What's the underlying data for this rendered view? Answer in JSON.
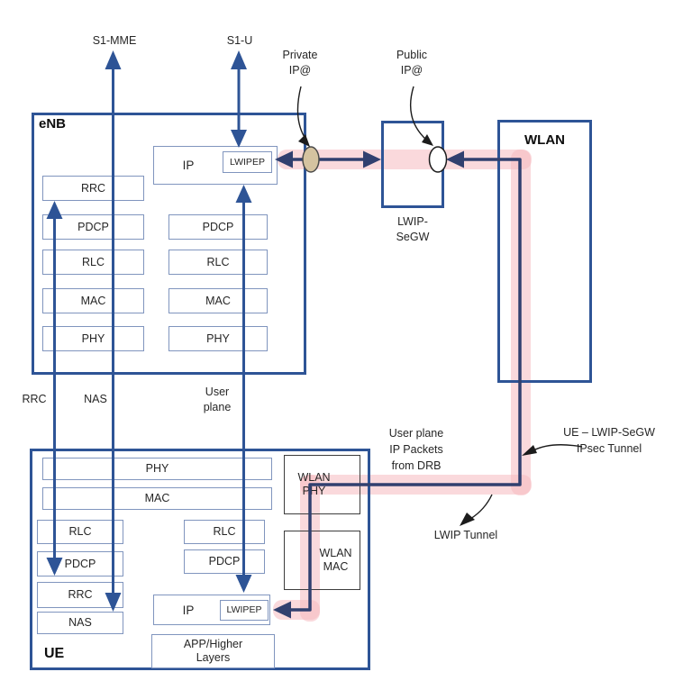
{
  "diagram": {
    "top_labels": {
      "s1_mme": "S1-MME",
      "s1_u": "S1-U",
      "private_ip": [
        "Private",
        "IP@"
      ],
      "public_ip": [
        "Public",
        "IP@"
      ]
    },
    "enb": {
      "title": "eNB",
      "ip": "IP",
      "lwipep": "LWIPEP",
      "left_stack": [
        "RRC",
        "PDCP",
        "RLC",
        "MAC",
        "PHY"
      ],
      "right_stack": [
        "PDCP",
        "RLC",
        "MAC",
        "PHY"
      ]
    },
    "segw": {
      "label": [
        "LWIP-",
        "SeGW"
      ]
    },
    "wlan": {
      "title": "WLAN"
    },
    "mid_labels": {
      "rrc": "RRC",
      "nas": "NAS",
      "user_plane": [
        "User",
        "plane"
      ]
    },
    "ue": {
      "title": "UE",
      "phy_wide": "PHY",
      "mac_wide": "MAC",
      "left_stack": [
        "RLC",
        "PDCP",
        "RRC",
        "NAS"
      ],
      "right_stack": [
        "RLC",
        "PDCP"
      ],
      "ip": "IP",
      "lwipep": "LWIPEP",
      "app": [
        "APP/Higher",
        "Layers"
      ],
      "wlan_phy": [
        "WLAN",
        "PHY"
      ],
      "wlan_mac": [
        "WLAN",
        "MAC"
      ]
    },
    "annotations": {
      "drb": [
        "User plane",
        "IP Packets",
        "from DRB"
      ],
      "ipsec": [
        "UE – LWIP-SeGW",
        "IPsec Tunnel"
      ],
      "lwip_tunnel": "LWIP Tunnel"
    },
    "colors": {
      "structure_blue": "#2e5496",
      "inner_border_blue": "#8095be",
      "tunnel_navy": "#31406f",
      "tunnel_pink": "#f5bac0",
      "oval_tan": "#d5c3a0",
      "oval_white": "#ffffff",
      "text": "#262626"
    }
  }
}
